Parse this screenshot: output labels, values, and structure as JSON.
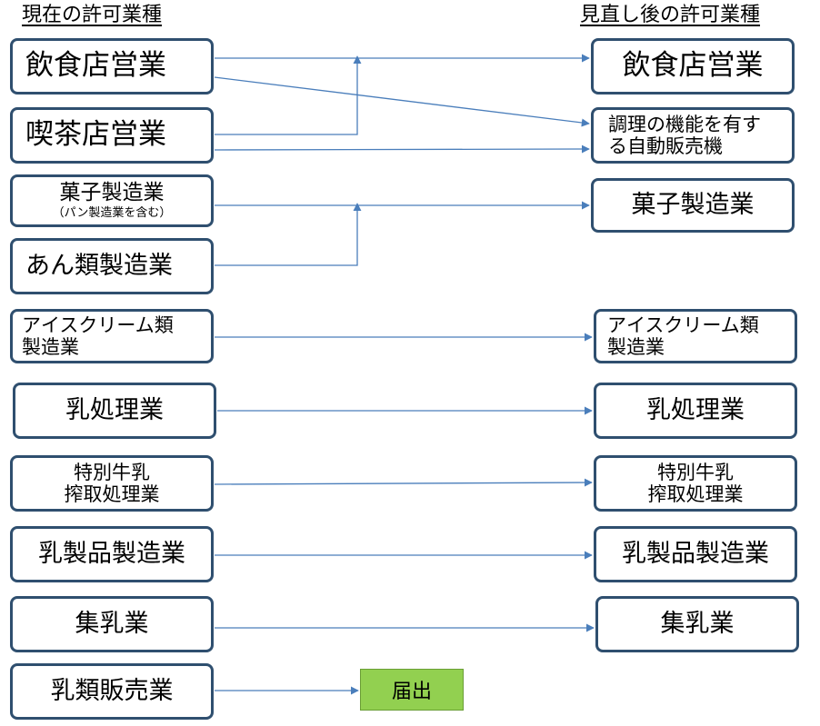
{
  "headings": {
    "current": "現在の許可業種",
    "revised": "見直し後の許可業種"
  },
  "current_licenses": {
    "restaurant": "飲食店営業",
    "cafe": "喫茶店営業",
    "confectionery": "菓子製造業",
    "confectionery_note": "（パン製造業を含む）",
    "bean_paste": "あん類製造業",
    "ice_cream_line1": "アイスクリーム類",
    "ice_cream_line2": "製造業",
    "milk_processing": "乳処理業",
    "special_milk_line1": "特別牛乳",
    "special_milk_line2": "搾取処理業",
    "dairy_products": "乳製品製造業",
    "milk_collection": "集乳業",
    "milk_sales": "乳類販売業"
  },
  "revised_licenses": {
    "restaurant": "飲食店営業",
    "vending_line1": "調理の機能を有す",
    "vending_line2": "る自動販売機",
    "confectionery": "菓子製造業",
    "ice_cream_line1": "アイスクリーム類",
    "ice_cream_line2": "製造業",
    "milk_processing": "乳処理業",
    "special_milk_line1": "特別牛乳",
    "special_milk_line2": "搾取処理業",
    "dairy_products": "乳製品製造業",
    "milk_collection": "集乳業"
  },
  "notification": "届出",
  "colors": {
    "box_border": "#2f4f6f",
    "arrow": "#4a7ebb",
    "notification_fill": "#92d050"
  }
}
